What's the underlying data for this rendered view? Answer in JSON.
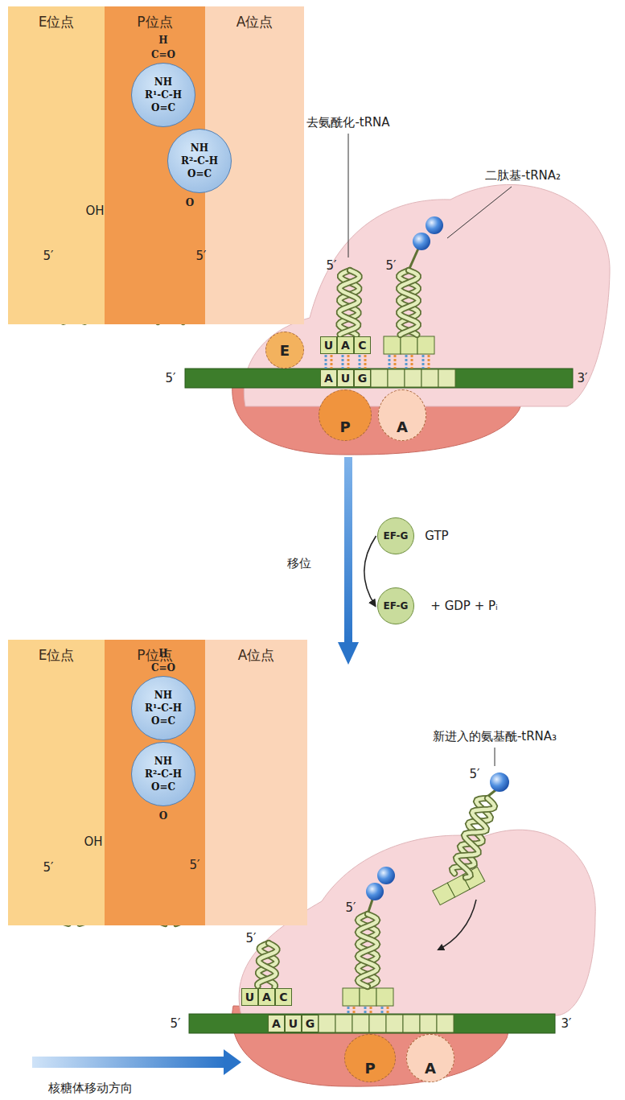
{
  "diagram": {
    "nodes": [
      {
        "text": [
          "E位点"
        ]
      },
      {
        "text": [
          "P位点"
        ]
      },
      {
        "text": [
          "A位点"
        ]
      },
      {
        "text": [
          "NH",
          "R¹-C-H",
          "O=C"
        ],
        "in": 1
      },
      {
        "text": [
          "NH",
          "R²-C-H",
          "O=C"
        ]
      },
      {
        "text": [
          "E"
        ]
      },
      {
        "text": [
          "P"
        ]
      },
      {
        "text": [
          "A"
        ]
      },
      {
        "text": [
          "U"
        ]
      },
      {
        "text": [
          "A"
        ]
      },
      {
        "text": [
          "C"
        ]
      },
      {
        "text": [
          "A"
        ]
      },
      {
        "text": [
          "U"
        ]
      },
      {
        "text": [
          "G"
        ]
      },
      {
        "text": [
          "EF-G"
        ]
      },
      {
        "text": [
          "EF-G"
        ]
      },
      {
        "text": [
          "E位点"
        ]
      },
      {
        "text": [
          "P位点"
        ]
      },
      {
        "text": [
          "A位点"
        ]
      },
      {
        "text": [
          "NH",
          "R¹-C-H",
          "O=C"
        ],
        "in": 17
      },
      {
        "text": [
          "NH",
          "R²-C-H",
          "O=C"
        ],
        "in": 17
      },
      {
        "text": [
          "P"
        ]
      },
      {
        "text": [
          "A"
        ]
      },
      {
        "text": [
          "U"
        ]
      },
      {
        "text": [
          "A"
        ]
      },
      {
        "text": [
          "C"
        ]
      },
      {
        "text": [
          "A"
        ]
      },
      {
        "text": [
          "U"
        ]
      },
      {
        "text": [
          "G"
        ]
      }
    ],
    "edges": [
      {
        "from": 14,
        "to": 15,
        "arrow": "to"
      }
    ],
    "labels": [
      "H",
      "C=O",
      "O",
      "OH",
      "5′",
      "5′",
      "去氨酰化-tRNA",
      "二肽基-tRNA₂",
      "5′",
      "5′",
      "5′",
      "3′",
      "移位",
      "GTP",
      "+ GDP + Pᵢ",
      "H",
      "C=O",
      "O",
      "OH",
      "5′",
      "5′",
      "新进入的氨基酰-tRNA₃",
      "5′",
      "5′",
      "5′",
      "5′",
      "3′",
      "核糖体移动方向"
    ]
  }
}
